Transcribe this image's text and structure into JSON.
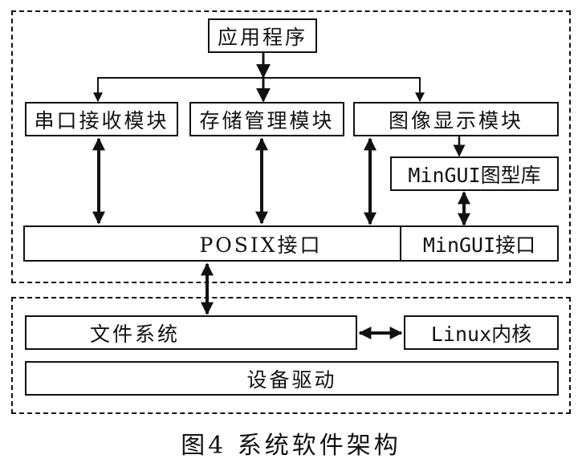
{
  "figure": {
    "caption": "图4  系统软件架构"
  },
  "groups": {
    "user_space": "user-space-group",
    "kernel_space": "kernel-space-group"
  },
  "nodes": {
    "app": "应用程序",
    "serial": "串口接收模块",
    "storage": "存储管理模块",
    "image_display": "图像显示模块",
    "mingui_lib": "MinGUI图型库",
    "posix": "POSIX接口",
    "mingui_if": "MinGUI接口",
    "filesystem": "文件系统",
    "linux_kernel": "Linux内核",
    "driver": "设备驱动"
  },
  "edges": [
    {
      "from": "app",
      "to": "serial",
      "type": "one-way"
    },
    {
      "from": "app",
      "to": "storage",
      "type": "one-way"
    },
    {
      "from": "app",
      "to": "image_display",
      "type": "one-way"
    },
    {
      "from": "image_display",
      "to": "mingui_lib",
      "type": "one-way"
    },
    {
      "from": "serial",
      "to": "posix",
      "type": "two-way"
    },
    {
      "from": "storage",
      "to": "posix",
      "type": "two-way"
    },
    {
      "from": "image_display",
      "to": "posix",
      "type": "two-way"
    },
    {
      "from": "mingui_lib",
      "to": "mingui_if",
      "type": "two-way"
    },
    {
      "from": "posix",
      "to": "filesystem",
      "type": "two-way"
    },
    {
      "from": "filesystem",
      "to": "linux_kernel",
      "type": "two-way"
    }
  ]
}
